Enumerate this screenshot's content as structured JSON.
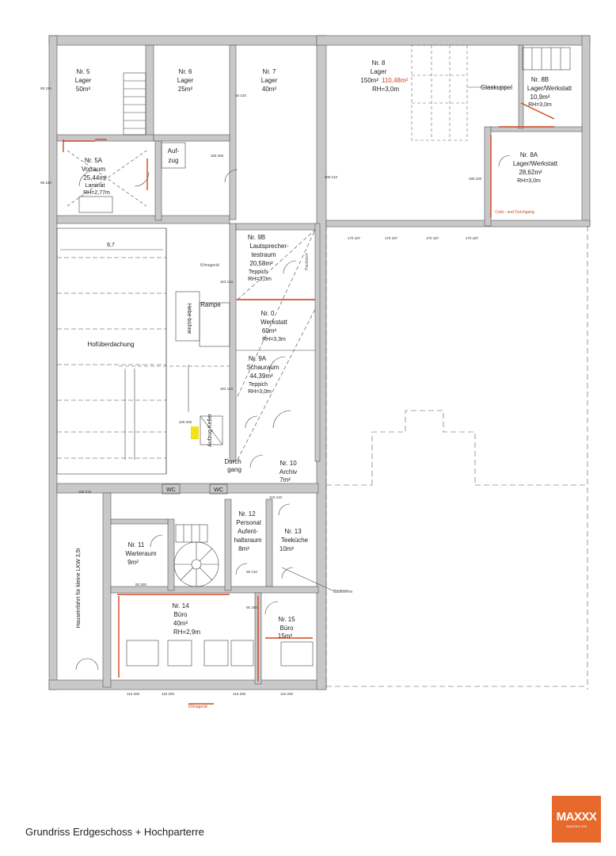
{
  "caption": "Grundriss Erdgeschoss + Hochparterre",
  "logo": {
    "brand": "MAXXX",
    "sub": "IMMOBILIEN",
    "color": "#e8692c"
  },
  "colors": {
    "wall": "#c8c8c8",
    "line": "#333333",
    "accent": "#d2451e",
    "highlight": "#f2e21a"
  },
  "rooms": {
    "r5": [
      "Nr. 5",
      "Lager",
      "50m²"
    ],
    "r6": [
      "Nr. 6",
      "Lager",
      "25m²"
    ],
    "r7": [
      "Nr. 7",
      "Lager",
      "40m²"
    ],
    "r8": [
      "Nr. 8",
      "Lager"
    ],
    "r8_area": "150m²",
    "r8_area_red": "110,48m²",
    "r8_rh": "RH=3,0m",
    "r8b": [
      "Nr. 8B",
      "Lager/Werkstatt",
      "10,9m²",
      "RH=3,0m"
    ],
    "r8a": [
      "Nr. 8A",
      "Lager/Werkstatt",
      "28,62m²",
      "RH=3,0m"
    ],
    "r5a": [
      "Nr. 5A",
      "Vorraum",
      "25,44m²",
      "Laminat",
      "RH=2,77m"
    ],
    "r9b": [
      "Nr. 9B",
      "Lautsprecher-",
      "testraum",
      "20,58m²",
      "Teppich",
      "RH=3,0m"
    ],
    "r0": [
      "Nr. 0",
      "Werkstatt",
      "60m²",
      "RH=3,3m"
    ],
    "r9a": [
      "Nr. 9A",
      "Schauraum",
      "44,39m²",
      "Teppich",
      "RH=3,0m"
    ],
    "r10": [
      "Nr. 10",
      "Archiv",
      "7m²"
    ],
    "r11": [
      "Nr. 11",
      "Warteraum",
      "9m²"
    ],
    "r12": [
      "Nr. 12",
      "Personal",
      "Aufent-",
      "haltsraum",
      "8m²"
    ],
    "r13": [
      "Nr. 13",
      "Teeküche",
      "10m²"
    ],
    "r14": [
      "Nr. 14",
      "Büro",
      "40m²",
      "RH=2,9m"
    ],
    "r15": [
      "Nr. 15",
      "Büro",
      "15m²"
    ]
  },
  "labels": {
    "aufzug_top": "Auf-",
    "aufzug_bottom": "zug",
    "aufzug_keller": "Aufzug Keller",
    "glaskuppel": "Glaskuppel",
    "rampe": "Rampe",
    "hebebuehne": "Hebe-bühne",
    "hofueberdachung": "Hofüberdachung",
    "durchgang_1": "Durch",
    "durchgang_2": "gang",
    "wc1": "WC",
    "wc2": "WC",
    "klimagerat": "Klimagerät",
    "klimagerat2": "Klimagerät",
    "packtisch": "Packtisch",
    "hauseinfahrt": "Hauseinfahrt für kleine LKW 3,5t",
    "gastherme": "Gastherme",
    "dim_67": "6,7",
    "creb": "Creb.- und Durchgang"
  },
  "dims": {
    "d1": "85 154",
    "d2": "95 154",
    "d3": "50 210",
    "d4": "300 210",
    "d5": "170 187",
    "d6": "150 200",
    "d7": "153 154",
    "d8": "100 200",
    "d9": "100 210",
    "d10": "80 200",
    "d11": "90 210",
    "d12": "110 210",
    "d13": "90 200",
    "d14": "110 200",
    "d15": "180 230"
  }
}
